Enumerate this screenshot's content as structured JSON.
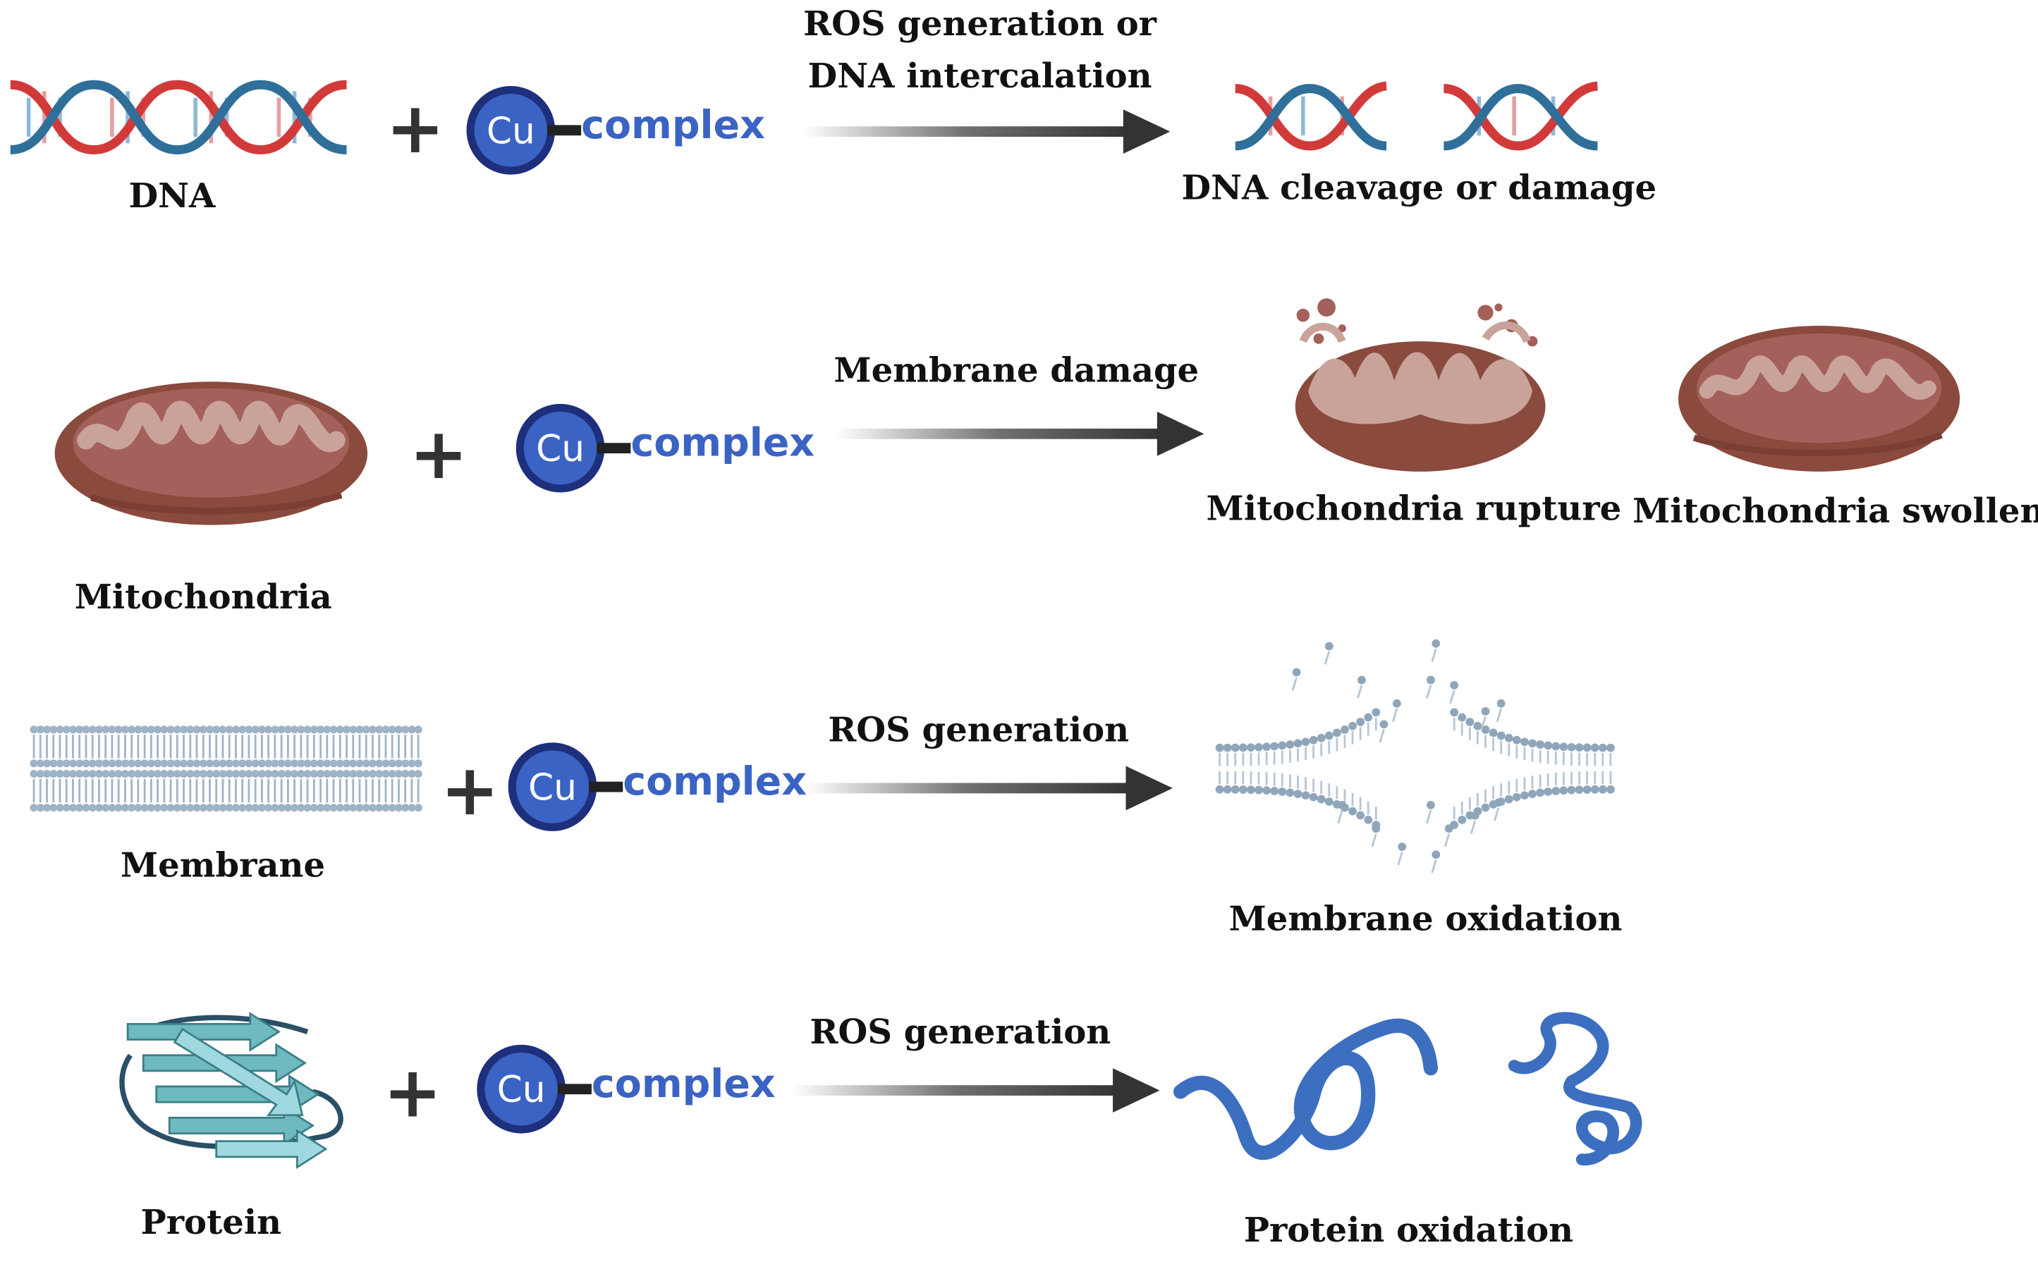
{
  "rows": [
    {
      "target": "DNA",
      "process": "ROS generation or DNA intercalation",
      "process_line1": "ROS generation or",
      "process_line2": "DNA intercalation",
      "outcome": "DNA cleavage or damage"
    },
    {
      "target": "Mitochondria",
      "process": "Membrane damage",
      "outcome_1": "Mitochondria rupture",
      "outcome_2": "Mitochondria swollen"
    },
    {
      "target": "Membrane",
      "process": "ROS generation",
      "outcome": "Membrane oxidation"
    },
    {
      "target": "Protein",
      "process": "ROS generation",
      "outcome": "Protein oxidation"
    }
  ],
  "complex": {
    "metal": "Cu",
    "label": "complex"
  },
  "plus": "+",
  "colors": {
    "dna_red": "#d23a3a",
    "dna_blue": "#2f6f9a",
    "cu_fill": "#3a63c4",
    "cu_ring": "#1e2f7c",
    "mito_outer": "#8a4a3e",
    "mito_inner": "#c9a39a",
    "membrane": "#9fb3c6",
    "protein_sheet": "#6fb9c0",
    "protein_coil": "#3d6fc0",
    "arrow": "#333333"
  },
  "icons": [
    "dna-helix-icon",
    "mitochondrion-icon",
    "lipid-bilayer-icon",
    "protein-sheet-icon",
    "arrow-icon"
  ]
}
